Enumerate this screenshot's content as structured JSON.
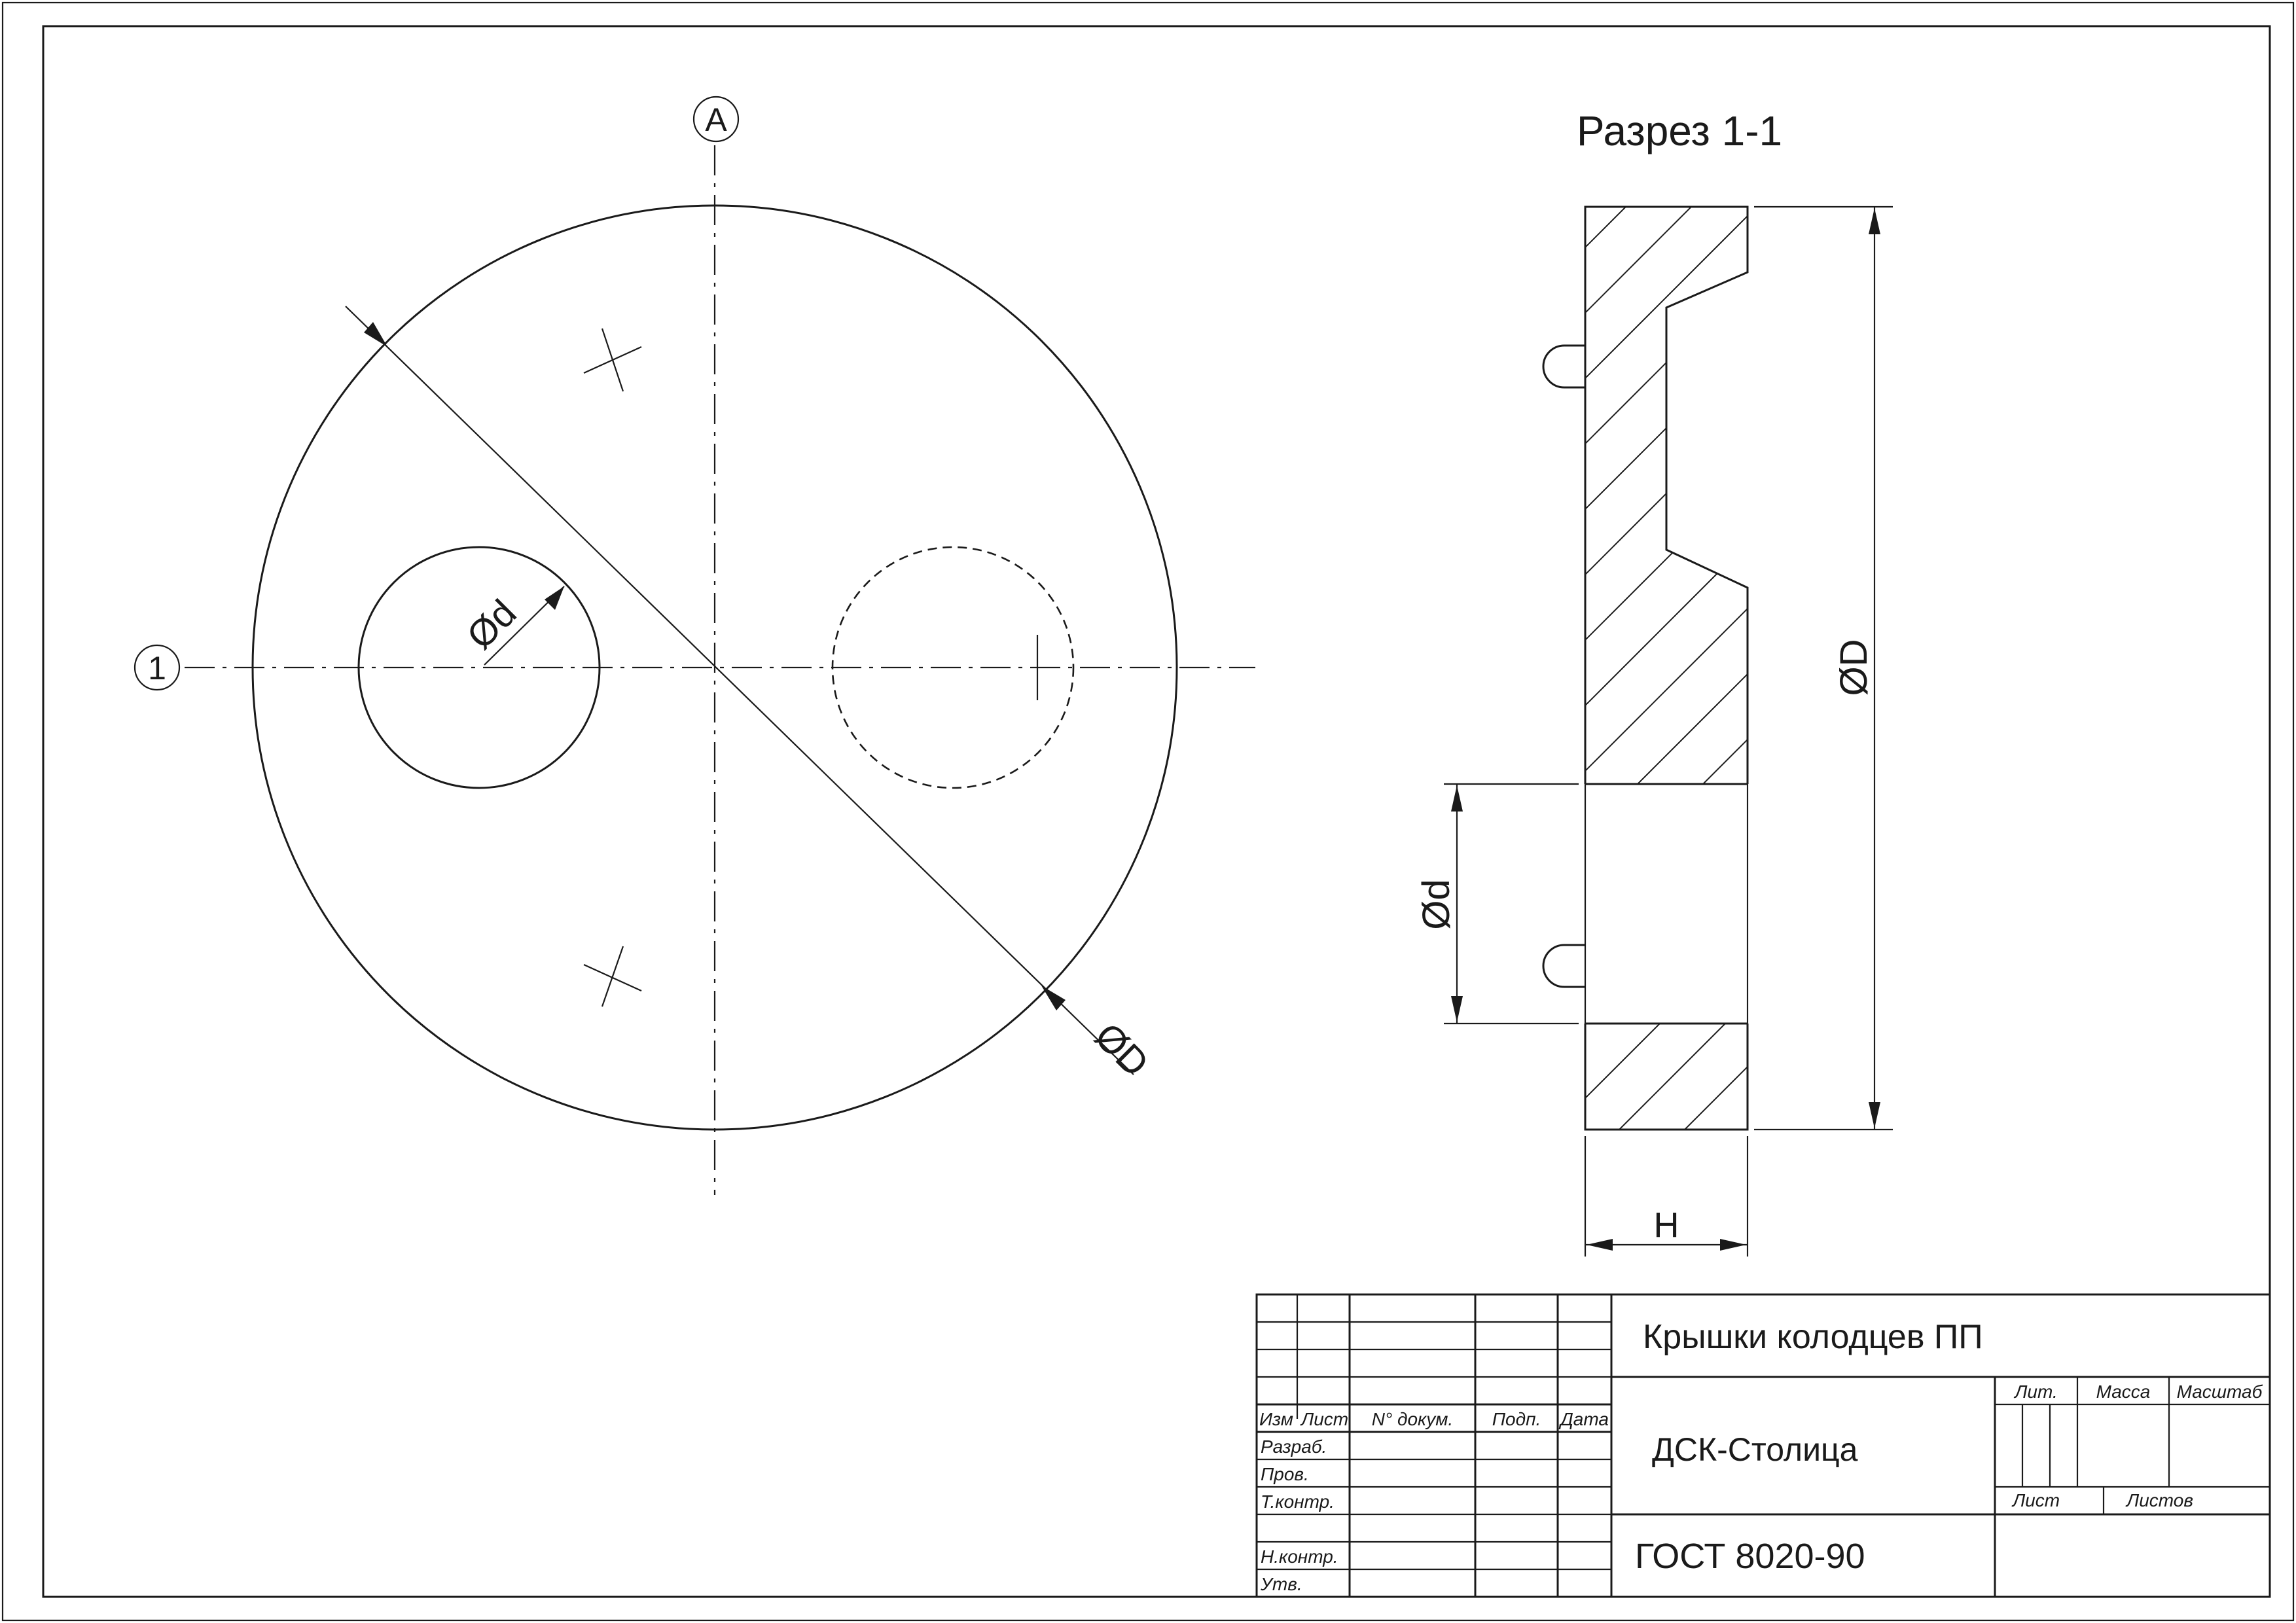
{
  "plan_view": {
    "axis_a_label": "A",
    "axis_1_label": "1",
    "dim_hole_label": "Ød",
    "dim_outer_label": "ØD"
  },
  "section_view": {
    "title": "Разрез 1-1",
    "dim_outer_label": "ØD",
    "dim_hole_label": "Ød",
    "dim_height_label": "H"
  },
  "title_block": {
    "product_name": "Крышки колодцев ПП",
    "organization": "ДСК-Столица",
    "standard": "ГОСТ 8020-90",
    "columns": {
      "izm": "Изм",
      "list": "Лист",
      "doc_no": "N° докум.",
      "sign": "Подп.",
      "date": "Дата"
    },
    "roles": {
      "developed": "Разраб.",
      "checked": "Пров.",
      "tech_control": "Т.контр.",
      "norm_control": "Н.контр.",
      "approved": "Утв."
    },
    "meta": {
      "lit": "Лит.",
      "mass": "Масса",
      "scale": "Масштаб",
      "sheet": "Лист",
      "sheets": "Листов"
    }
  }
}
